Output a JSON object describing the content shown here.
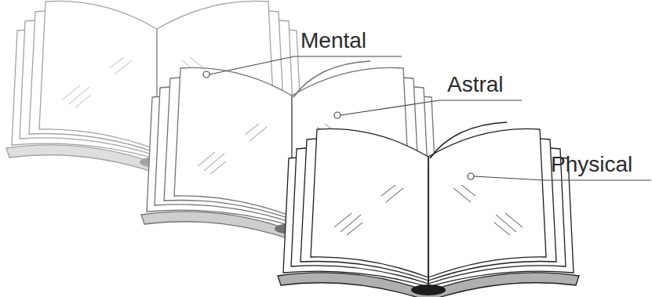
{
  "diagram": {
    "labels": [
      "Mental",
      "Astral",
      "Physical"
    ]
  }
}
